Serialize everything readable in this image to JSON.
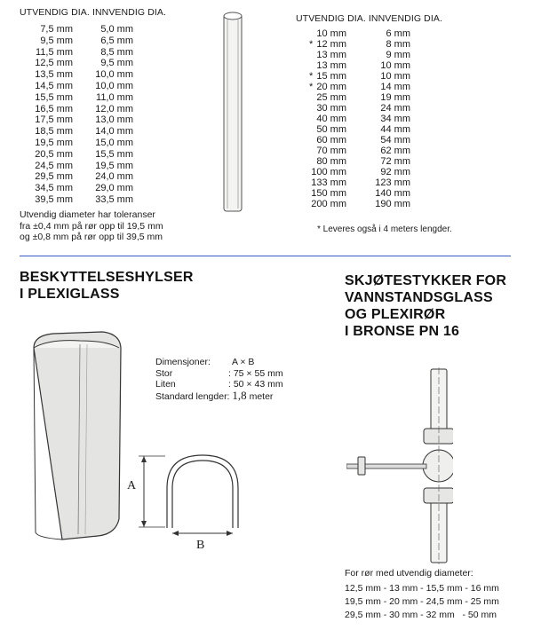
{
  "plexi_tubes": {
    "header_outer": "UTVENDIG DIA.",
    "header_inner": "INNVENDIG DIA.",
    "rows": [
      [
        "7,5 mm",
        "5,0 mm"
      ],
      [
        "9,5 mm",
        "6,5 mm"
      ],
      [
        "11,5 mm",
        "8,5 mm"
      ],
      [
        "12,5 mm",
        "9,5 mm"
      ],
      [
        "13,5 mm",
        "10,0 mm"
      ],
      [
        "14,5 mm",
        "10,0 mm"
      ],
      [
        "15,5 mm",
        "11,0 mm"
      ],
      [
        "16,5 mm",
        "12,0 mm"
      ],
      [
        "17,5 mm",
        "13,0 mm"
      ],
      [
        "18,5 mm",
        "14,0 mm"
      ],
      [
        "19,5 mm",
        "15,0 mm"
      ],
      [
        "20,5 mm",
        "15,5 mm"
      ],
      [
        "24,5 mm",
        "19,5 mm"
      ],
      [
        "29,5 mm",
        "24,0 mm"
      ],
      [
        "34,5 mm",
        "29,0 mm"
      ],
      [
        "39,5 mm",
        "33,5 mm"
      ]
    ],
    "notes": [
      "Utvendig diameter har toleranser",
      "fra ±0,4 mm på rør opp til 19,5 mm",
      "og ±0,8 mm på rør opp til 39,5 mm"
    ]
  },
  "glass_tubes": {
    "header": "UTVENDIG DIA. INNVENDIG DIA.",
    "rows": [
      [
        "",
        "10 mm",
        "6 mm"
      ],
      [
        "*",
        "12 mm",
        "8 mm"
      ],
      [
        "",
        "13 mm",
        "9 mm"
      ],
      [
        "",
        "13 mm",
        "10 mm"
      ],
      [
        "*",
        "15 mm",
        "10 mm"
      ],
      [
        "*",
        "20 mm",
        "14 mm"
      ],
      [
        "",
        "25 mm",
        "19 mm"
      ],
      [
        "",
        "30 mm",
        "24 mm"
      ],
      [
        "",
        "40 mm",
        "34 mm"
      ],
      [
        "",
        "50 mm",
        "44 mm"
      ],
      [
        "",
        "60 mm",
        "54 mm"
      ],
      [
        "",
        "70 mm",
        "62 mm"
      ],
      [
        "",
        "80 mm",
        "72 mm"
      ],
      [
        "",
        "100 mm",
        "92 mm"
      ],
      [
        "",
        "133 mm",
        "123 mm"
      ],
      [
        "",
        "150 mm",
        "140 mm"
      ],
      [
        "",
        "200 mm",
        "190 mm"
      ]
    ],
    "footnote": "* Leveres også i 4 meters lengder."
  },
  "sleeves": {
    "title_lines": [
      "BESKYTTELSESHYLSER",
      "I PLEXIGLASS"
    ],
    "dims": {
      "label": "Dimensjoner:",
      "value": "A × B",
      "stor_label": "Stor",
      "stor_value": ": 75 × 55 mm",
      "liten_label": "Liten",
      "liten_value": ": 50 × 43 mm",
      "std_label": "Standard lengder:",
      "std_num": "1,8",
      "std_unit": "meter"
    },
    "label_a": "A",
    "label_b": "B"
  },
  "fittings": {
    "title_lines": [
      "SKJØTESTYKKER FOR",
      "VANNSTANDSGLASS",
      "OG PLEXIRØR",
      "I BRONSE PN 16"
    ],
    "intro": "For rør med utvendig diameter:",
    "lines": [
      "12,5 mm - 13 mm - 15,5 mm - 16 mm",
      "19,5 mm - 20 mm - 24,5 mm - 25 mm",
      "29,5 mm - 30 mm - 32 mm   - 50 mm"
    ]
  },
  "colors": {
    "divider": "#3a58c4",
    "ink": "#1a1a1a"
  }
}
